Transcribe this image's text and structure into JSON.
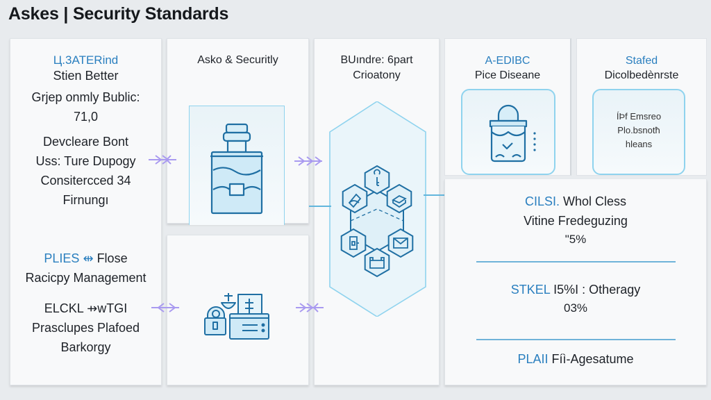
{
  "header": {
    "title": "Askes | Security Standards"
  },
  "colors": {
    "accent_text": "#2a7fbf",
    "icon_stroke": "#1f6fa3",
    "frame_border": "#8fd3ee",
    "arrow": "#a99af0",
    "divider": "#6fb3d9",
    "background": "#e8ebee"
  },
  "left_panel": {
    "block1": {
      "tag": "Ц.3ATERind",
      "lines": [
        "Stien Better",
        "Grjep onmly Bublic:",
        "71,0"
      ]
    },
    "block2": {
      "lines": [
        "Devcleare Bont",
        "Uss: Ture Dupogy",
        "Consitercced 34",
        "Firnungı"
      ]
    },
    "block3": {
      "tag": "PLIES",
      "tag_symbol": "⇹",
      "rest": "Flose",
      "line2": "Racicpy Management"
    },
    "block4": {
      "tag": "ELCKL ⇸wTGI",
      "lines": [
        "Prasclupes Plafoed",
        "Barkorgy"
      ]
    }
  },
  "panel_security": {
    "title": "Asko & Securitly",
    "icon": "storage-jar-icon"
  },
  "panel_tools": {
    "icon": "security-tools-cluster-icon"
  },
  "center_panel": {
    "title_lines": [
      "BUındre: 6part",
      "Crioatony"
    ],
    "nodes": [
      {
        "icon": "key-icon"
      },
      {
        "icon": "document-sign-icon"
      },
      {
        "icon": "folder-book-icon"
      },
      {
        "icon": "envelope-icon"
      },
      {
        "icon": "device-lock-icon"
      },
      {
        "icon": "briefcase-icon"
      }
    ]
  },
  "card_a": {
    "tag": "A-EDIBC",
    "title": "Pice Diseane",
    "icon": "locked-container-icon"
  },
  "card_b": {
    "tag": "Stafed",
    "title": "Dicolbedènrste",
    "box_lines": [
      "ÍÞf Emsreo",
      "Plo.bsnotħ",
      "hleans"
    ]
  },
  "stats_panel": {
    "items": [
      {
        "tag": "CILSI.",
        "label": "Whol Cless",
        "line2": "Vitine Fredeguzing",
        "value": "\"5%"
      },
      {
        "tag": "STKEL",
        "label": "I5%I : Otheragy",
        "line2": "",
        "value": "03%"
      },
      {
        "tag": "PLAII",
        "label": "Fíì-Agesatume",
        "line2": "",
        "value": ""
      }
    ]
  }
}
